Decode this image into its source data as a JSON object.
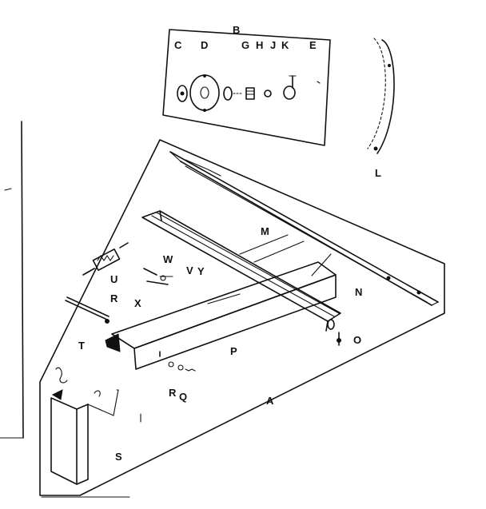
{
  "labels": {
    "B": "B",
    "C": "C",
    "D": "D",
    "G": "G",
    "H": "H",
    "J": "J",
    "K": "K",
    "E": "E",
    "L": "L",
    "M": "M",
    "N": "N",
    "O": "O",
    "W": "W",
    "V": "V",
    "Y": "Y",
    "U": "U",
    "R1": "R",
    "X": "X",
    "T": "T",
    "P": "P",
    "R2": "R",
    "Q": "Q",
    "A": "A",
    "S": "S"
  }
}
